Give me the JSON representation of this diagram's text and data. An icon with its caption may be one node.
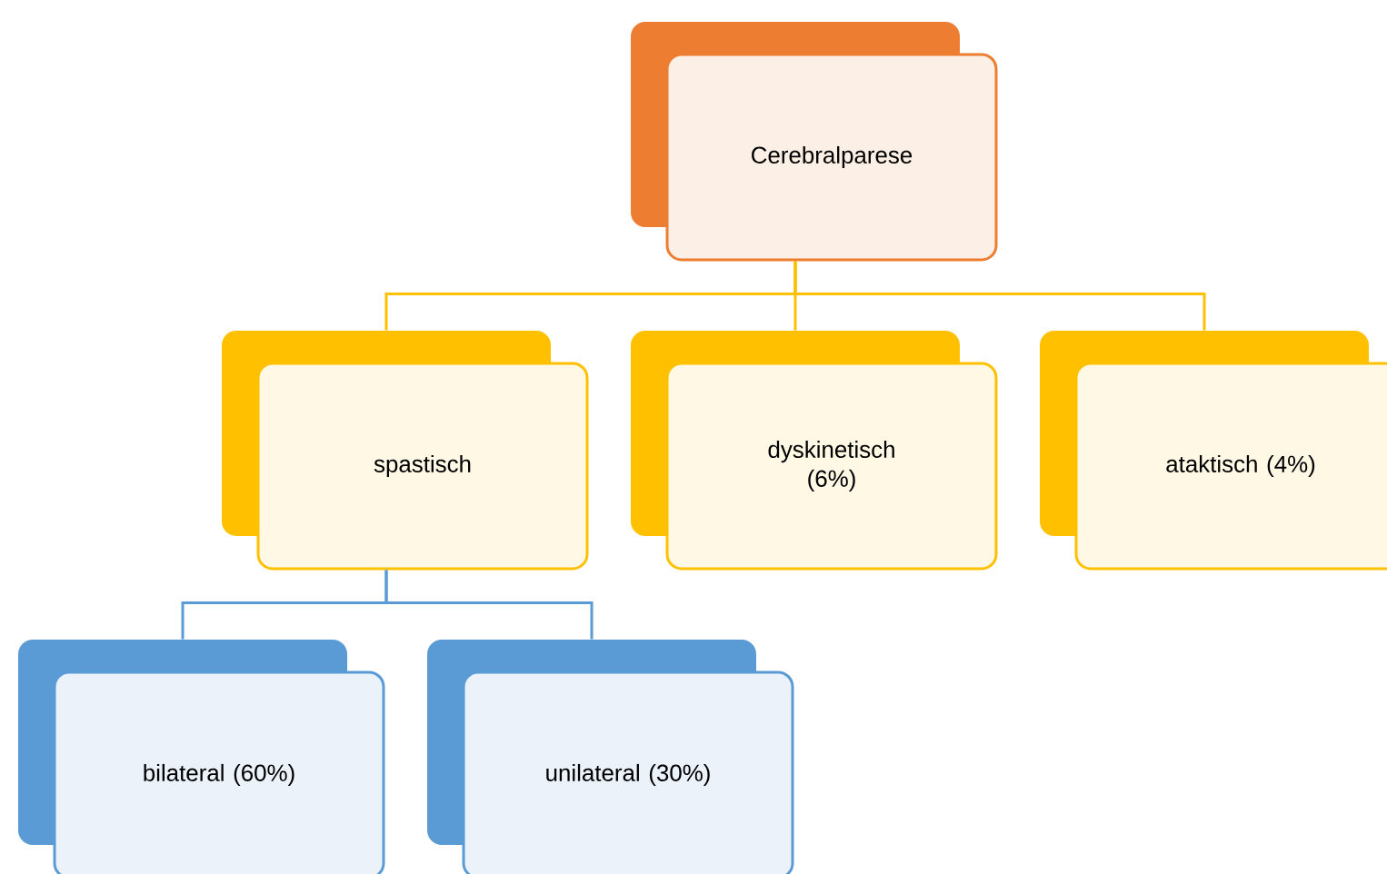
{
  "diagram": {
    "nodes": [
      {
        "text": [
          "Cerebralparese"
        ]
      },
      {
        "text": [
          "spastisch"
        ]
      },
      {
        "text": [
          "dyskinetisch (6%)"
        ]
      },
      {
        "text": [
          "ataktisch (4%)"
        ]
      },
      {
        "text": [
          "bilateral (60%)"
        ]
      },
      {
        "text": [
          "unilateral (30%)"
        ]
      }
    ],
    "edges": [
      {
        "from": 0,
        "to": 1,
        "arrow": "none"
      },
      {
        "from": 0,
        "to": 2,
        "arrow": "none"
      },
      {
        "from": 0,
        "to": 3,
        "arrow": "none"
      },
      {
        "from": 1,
        "to": 4,
        "arrow": "none",
        "color": "#5b9bd5"
      },
      {
        "from": 1,
        "to": 5,
        "arrow": "none",
        "color": "#5b9bd5"
      }
    ]
  }
}
